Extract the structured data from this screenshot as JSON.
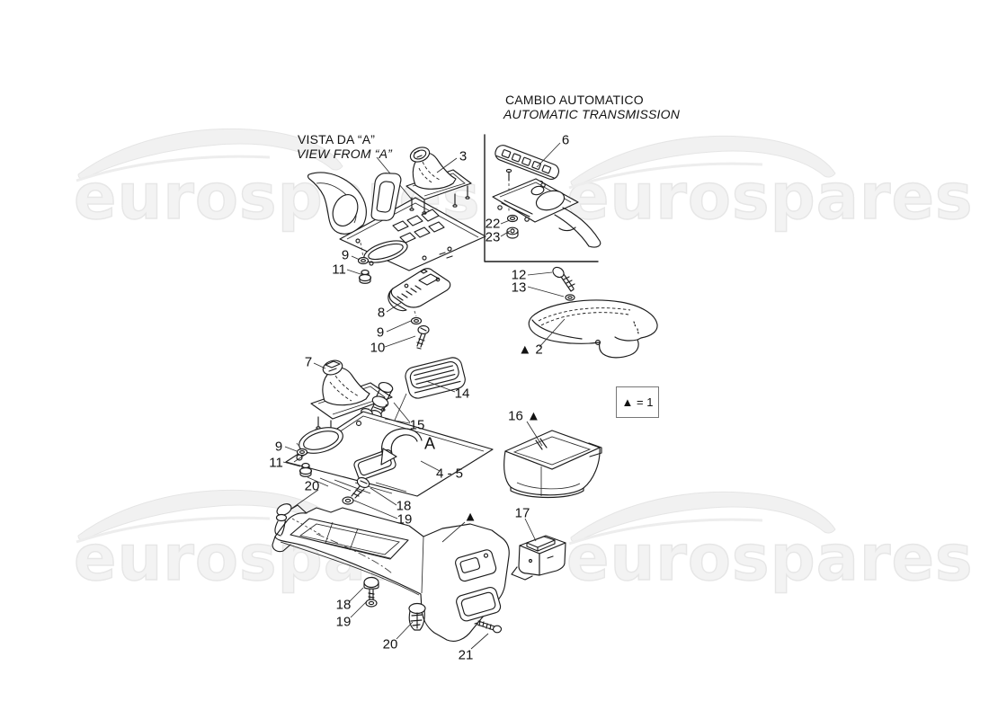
{
  "diagram": {
    "watermark": "eurospares",
    "inset_title": "CAMBIO AUTOMATICO",
    "inset_subtitle": "AUTOMATIC TRANSMISSION",
    "view_label_it": "VISTA DA “A”",
    "view_label_en": "VIEW FROM “A”",
    "legend": "▲ = 1"
  },
  "callouts": {
    "c3": "3",
    "c6": "6",
    "c22": "22",
    "c23": "23",
    "c9a": "9",
    "c11a": "11",
    "c8": "8",
    "c9b": "9",
    "c10": "10",
    "c12": "12",
    "c13": "13",
    "c2": "▲ 2",
    "c7": "7",
    "c14": "14",
    "c15": "15",
    "cA": "A",
    "c45": "4 - 5",
    "c9c": "9",
    "c11c": "11",
    "c16": "16 ▲",
    "c20a": "20",
    "c18a": "18",
    "c19a": "19",
    "ctri": "▲",
    "c17": "17",
    "c18b": "18",
    "c19b": "19",
    "c20b": "20",
    "c21": "21"
  }
}
